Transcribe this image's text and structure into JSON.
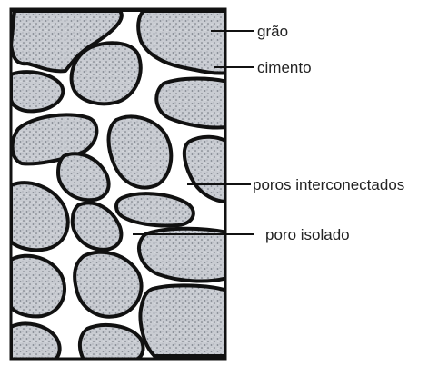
{
  "diagram": {
    "labels": {
      "grain": "grão",
      "cement": "cimento",
      "interconnected_pores": "poros interconectados",
      "isolated_pore": "poro isolado"
    },
    "colors": {
      "grain_fill": "#c9ccd2",
      "grain_outline": "#111111",
      "pore_space": "#ffffff",
      "frame": "#111111"
    }
  }
}
